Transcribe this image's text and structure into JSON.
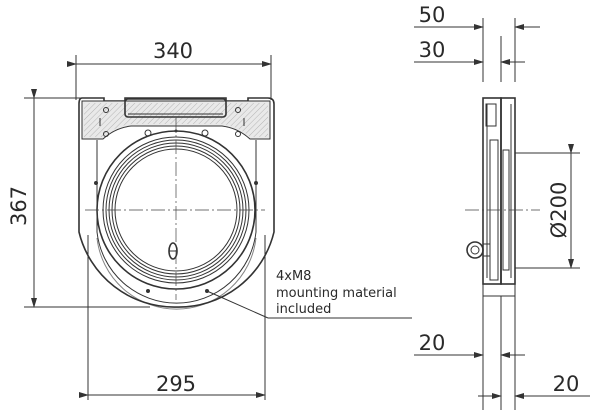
{
  "drawing": {
    "front_view": {
      "width_top": "340",
      "height": "367",
      "width_bottom": "295",
      "note_line1": "4xM8",
      "note_line2": "mounting material",
      "note_line3": "included"
    },
    "side_view": {
      "depth_total": "50",
      "depth_body": "30",
      "diameter": "Ø200",
      "gap_lower": "20",
      "gap_bottom": "20"
    }
  }
}
